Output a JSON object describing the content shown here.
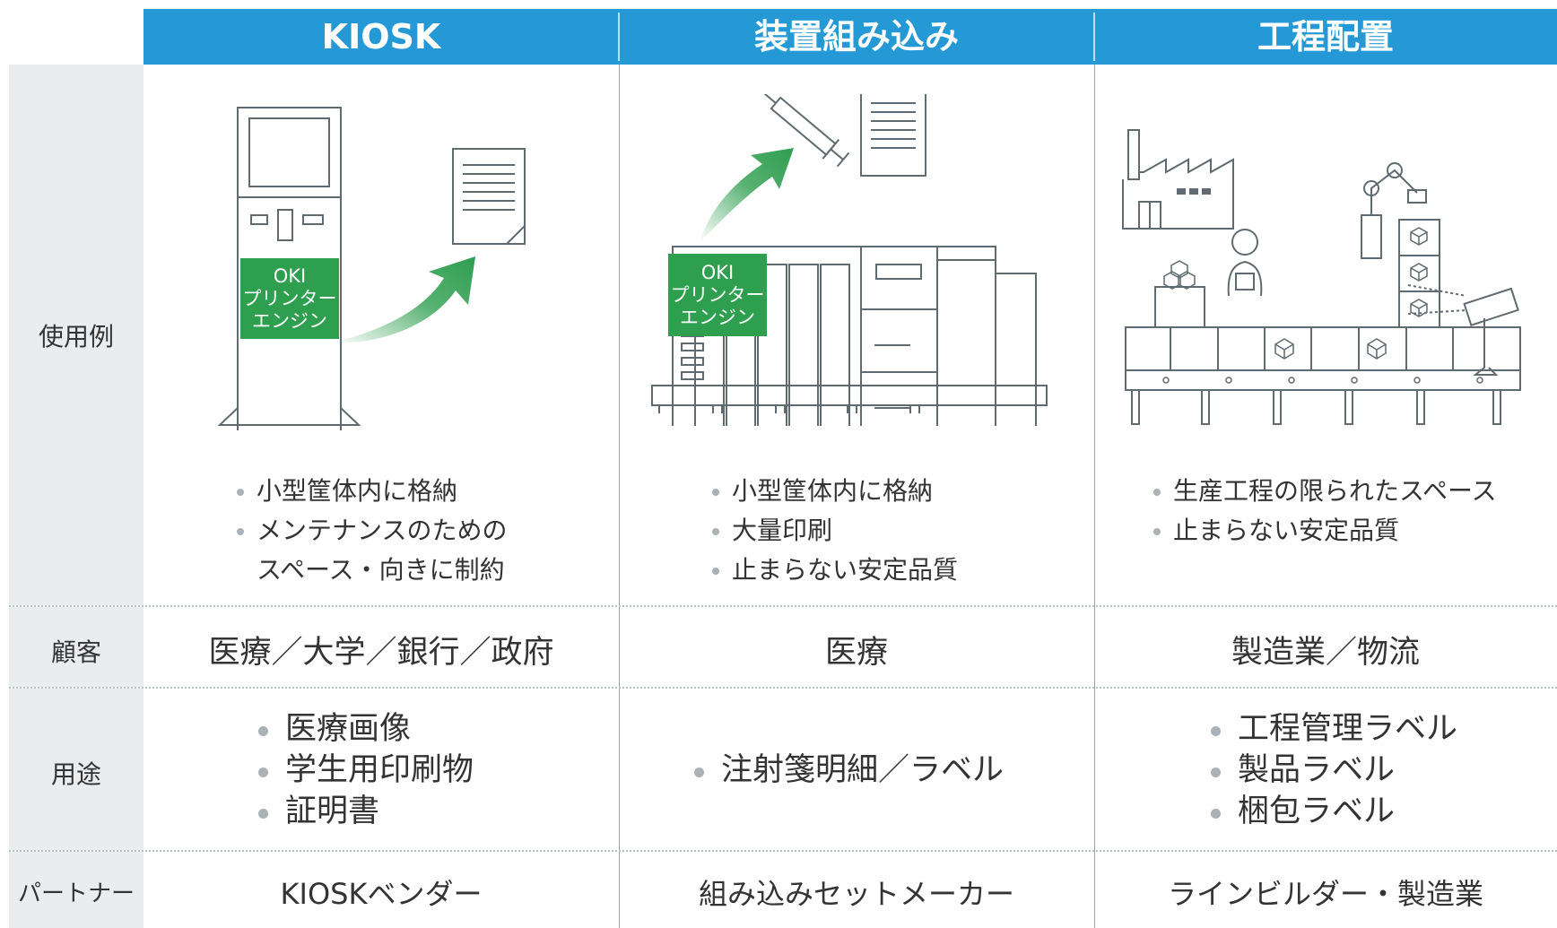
{
  "columns": [
    "KIOSK",
    "装置組み込み",
    "工程配置"
  ],
  "row_labels": {
    "usage": "使用例",
    "customer": "顧客",
    "purpose": "用途",
    "partner": "パートナー"
  },
  "illustration_label": {
    "line1": "OKI",
    "line2": "プリンター",
    "line3": "エンジン"
  },
  "kiosk": {
    "features": {
      "f1": "小型筐体内に格納",
      "f2a": "メンテナンスのための",
      "f2b": "スペース・向きに制約"
    },
    "customer": "医療／大学／銀行／政府",
    "purpose": [
      "医療画像",
      "学生用印刷物",
      "証明書"
    ],
    "partner": "KIOSKベンダー"
  },
  "embedded": {
    "features": [
      "小型筐体内に格納",
      "大量印刷",
      "止まらない安定品質"
    ],
    "customer": "医療",
    "purpose": [
      "注射箋明細／ラベル"
    ],
    "partner": "組み込みセットメーカー"
  },
  "process": {
    "features": [
      "生産工程の限られたスペース",
      "止まらない安定品質"
    ],
    "customer": "製造業／物流",
    "purpose": [
      "工程管理ラベル",
      "製品ラベル",
      "梱包ラベル"
    ],
    "partner": "ラインビルダー・製造業"
  },
  "colors": {
    "header_blue": "#2499d5",
    "green": "#2e9e4f",
    "side_gray": "#e9edf0",
    "line_gray": "#5f6b71"
  }
}
